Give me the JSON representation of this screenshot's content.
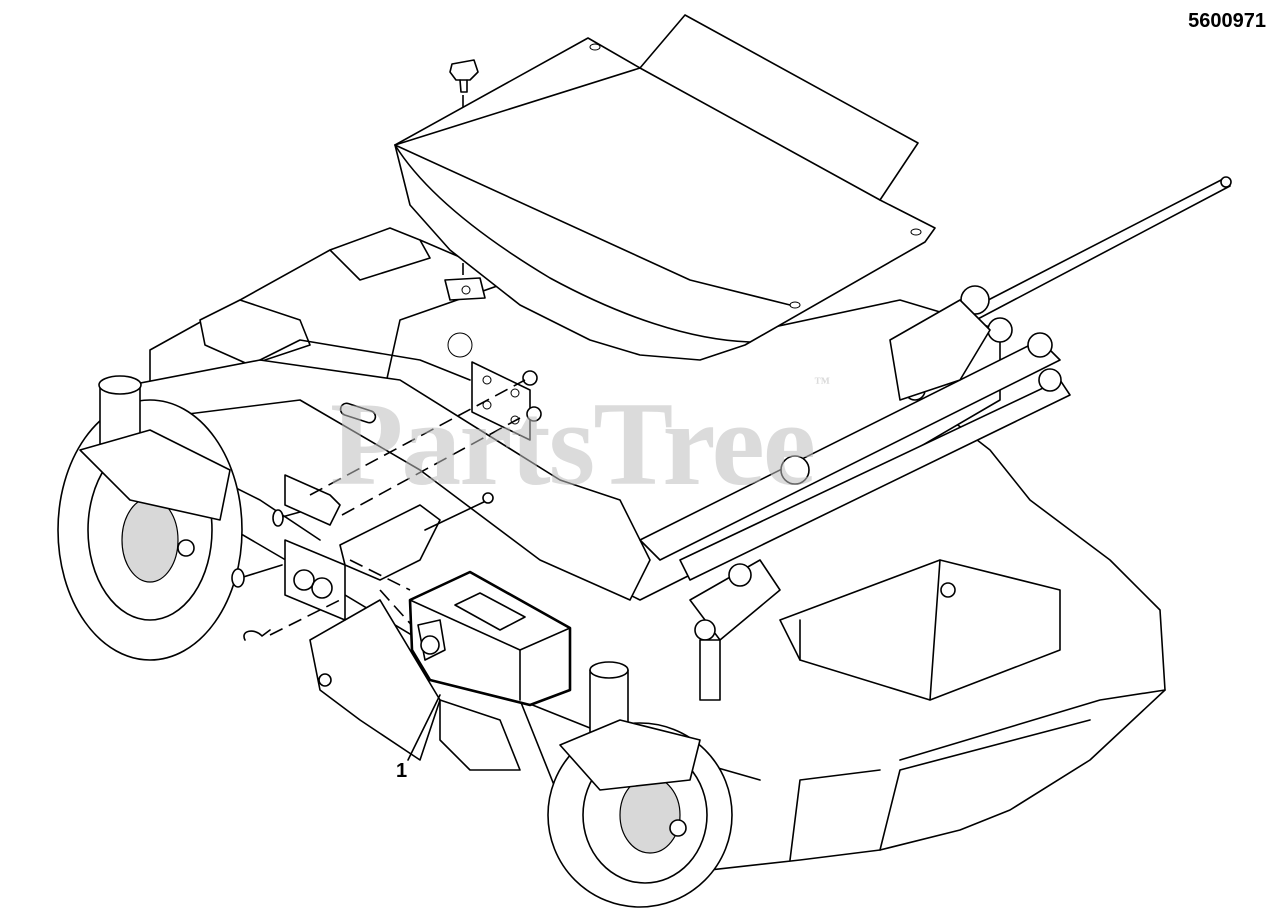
{
  "diagram": {
    "part_number": "5600971",
    "callouts": [
      {
        "label": "1"
      }
    ],
    "watermark": {
      "text": "PartsTree",
      "mark": "™"
    }
  }
}
